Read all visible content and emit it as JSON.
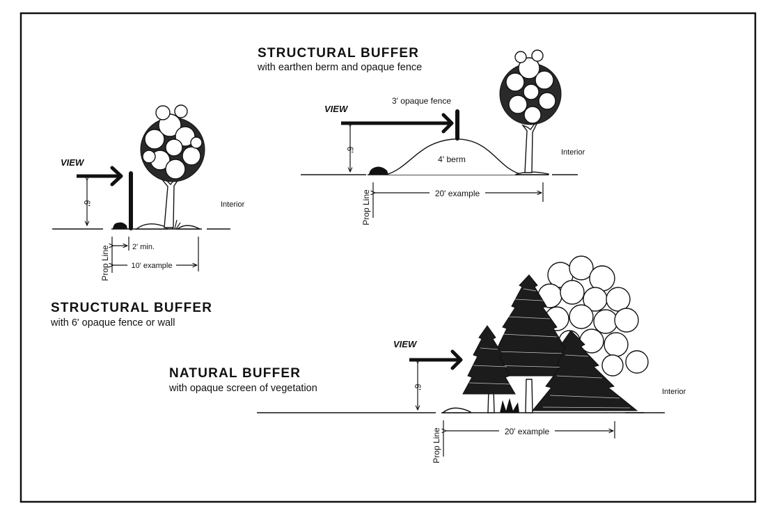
{
  "diagram": {
    "panels": [
      {
        "id": "structural-fence",
        "title": "STRUCTURAL BUFFER",
        "subtitle": "with 6' opaque fence or wall",
        "view_label": "VIEW",
        "height_label": "6'",
        "interior_label": "Interior",
        "prop_line_label": "Prop Line",
        "min_setback_label": "2' min.",
        "width_label": "10' example"
      },
      {
        "id": "structural-berm",
        "title": "STRUCTURAL BUFFER",
        "subtitle": "with earthen berm and opaque fence",
        "view_label": "VIEW",
        "fence_label": "3' opaque fence",
        "berm_label": "4' berm",
        "height_label": "6'",
        "interior_label": "Interior",
        "prop_line_label": "Prop Line",
        "width_label": "20' example"
      },
      {
        "id": "natural",
        "title": "NATURAL BUFFER",
        "subtitle": "with opaque screen of vegetation",
        "view_label": "VIEW",
        "height_label": "6'",
        "interior_label": "Interior",
        "prop_line_label": "Prop Line",
        "width_label": "20' example"
      }
    ]
  }
}
